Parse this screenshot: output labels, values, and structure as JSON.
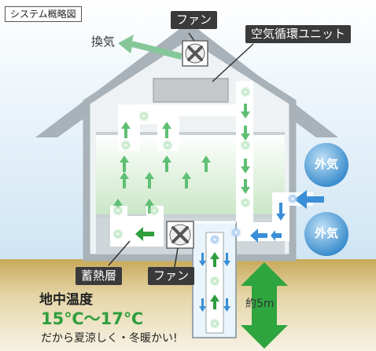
{
  "title_box": "システム概略図",
  "labels": {
    "fan_top": "ファン",
    "air_unit": "空気循環ユニット",
    "exhaust": "換気",
    "outside_top": "外気",
    "outside_bottom": "外気",
    "storage_layer": "蓄熱層",
    "fan_bottom": "ファン",
    "depth": "約5m"
  },
  "ground_text": {
    "line1": "地中温度",
    "line2": "15℃〜17℃",
    "line3": "だから夏涼しく・冬暖かい!"
  }
}
